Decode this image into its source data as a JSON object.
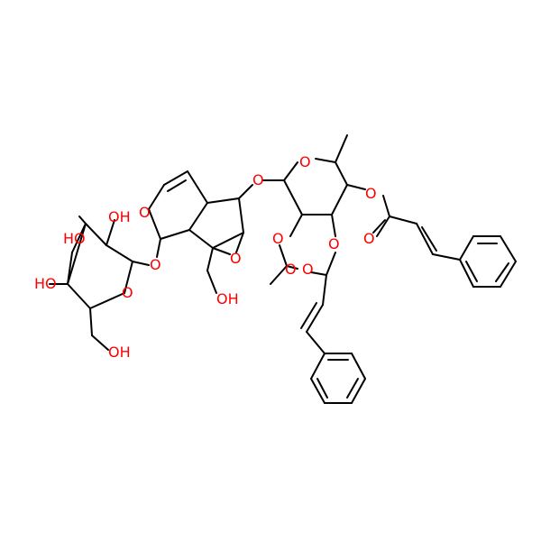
{
  "labels": {
    "ho_sugar_top": "HO",
    "oh_sugar_top": "OH",
    "ho_sugar_mid": "HO",
    "o_sugar_ring": "O",
    "oh_sugar_ch2": "OH",
    "o_glycoside": "O",
    "o_pyran_ring": "O",
    "o_epoxide": "O",
    "oh_ch2": "OH",
    "o_link": "O",
    "o_rham_ring": "O",
    "o_ester_top": "O",
    "o_carbonyl_top": "O",
    "o_ester_mid": "O",
    "o_acetyl": "O",
    "o_carbonyl_mid": "O",
    "o_acetyl_ring": "O"
  },
  "colors": {
    "bond": "#000000",
    "heteroatom": "#ff0000",
    "background": "#ffffff"
  }
}
